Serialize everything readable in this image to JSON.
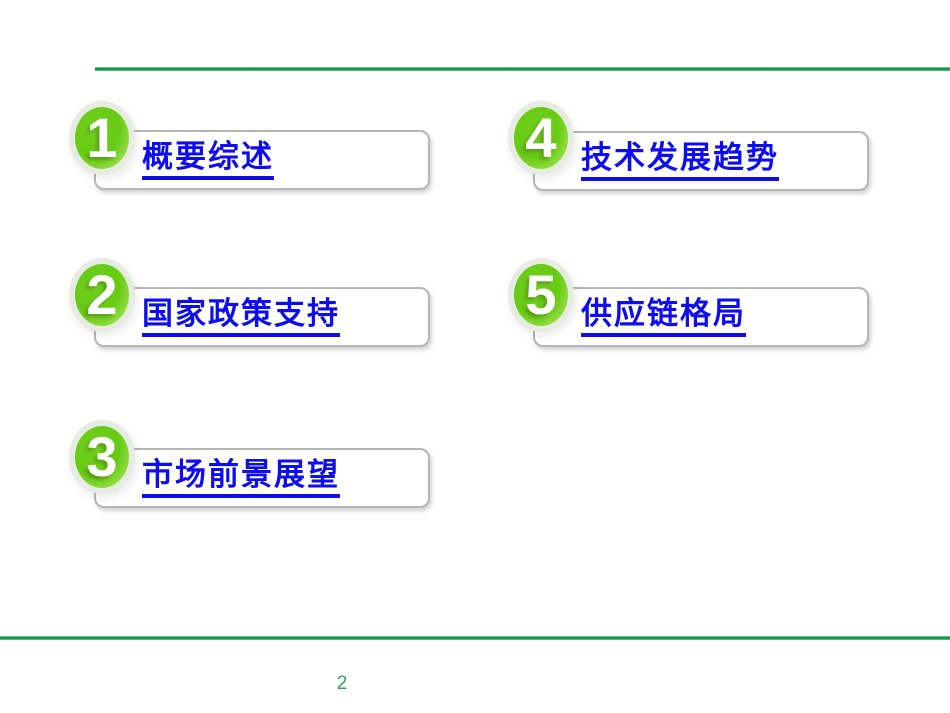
{
  "slide": {
    "type": "table-of-contents",
    "background": "#ffffff",
    "accent_green": "#129a47",
    "link_blue": "#0d0df0",
    "badge_green": "#67ca12",
    "box_border_gray": "#b6b6b6"
  },
  "items": [
    {
      "number": "1",
      "label": "概要综述"
    },
    {
      "number": "2",
      "label": "国家政策支持"
    },
    {
      "number": "3",
      "label": "市场前景展望"
    },
    {
      "number": "4",
      "label": "技术发展趋势"
    },
    {
      "number": "5",
      "label": "供应链格局"
    }
  ],
  "footer": {
    "page_number": "2"
  }
}
